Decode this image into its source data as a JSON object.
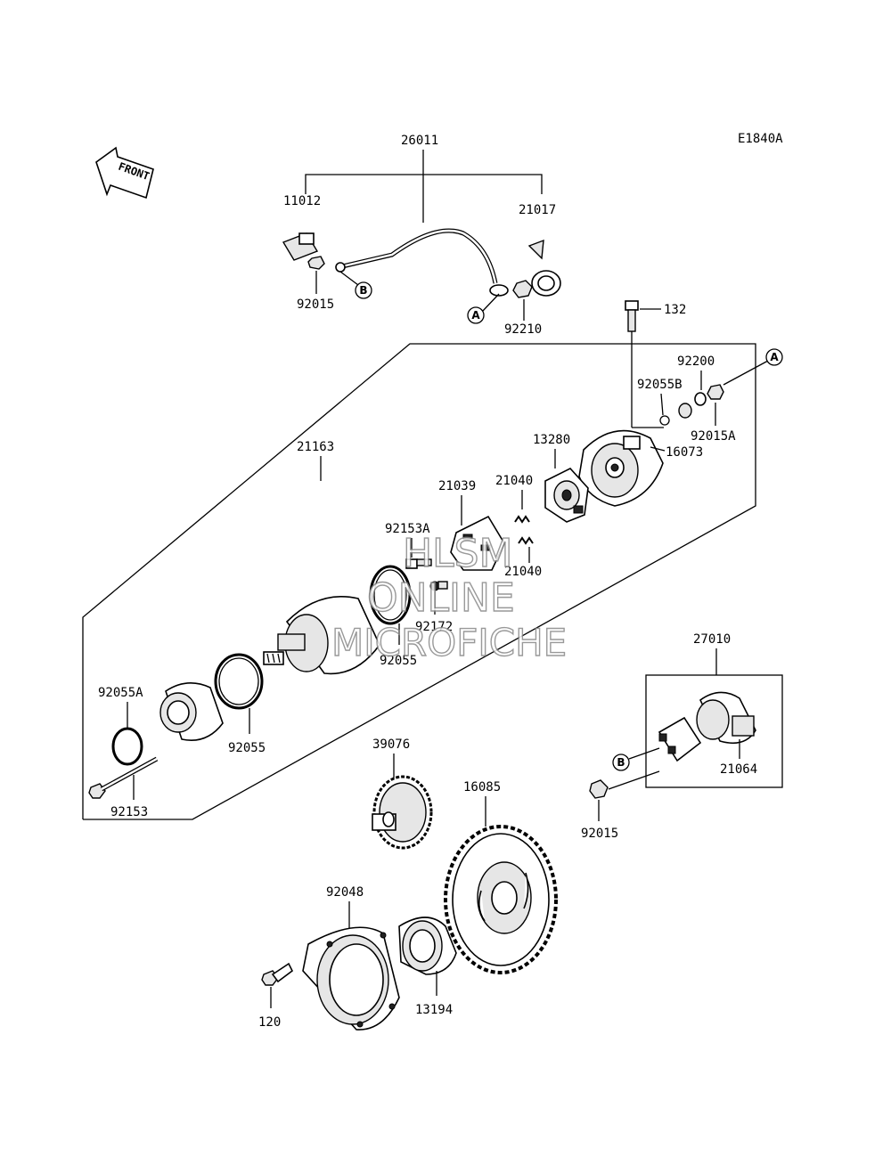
{
  "diagram_code": "E1840A",
  "front_label": "FRONT",
  "watermark": {
    "line1": "HLSM",
    "line2": "ONLINE",
    "line3": "MICROFICHE"
  },
  "connector_markers": {
    "a": "A",
    "b": "B"
  },
  "part_numbers": {
    "p26011": "26011",
    "p11012": "11012",
    "p21017": "21017",
    "p92015_top": "92015",
    "p92210": "92210",
    "p132": "132",
    "p92200": "92200",
    "p92055B": "92055B",
    "p92015A": "92015A",
    "p16073": "16073",
    "p21163": "21163",
    "p13280": "13280",
    "p21040_a": "21040",
    "p21039": "21039",
    "p92153A": "92153A",
    "p21040_b": "21040",
    "p92172": "92172",
    "p92055_a": "92055",
    "p92055A": "92055A",
    "p92055_b": "92055",
    "p92153": "92153",
    "p27010": "27010",
    "p21064": "21064",
    "p92015_b": "92015",
    "p39076": "39076",
    "p16085": "16085",
    "p92048": "92048",
    "p120": "120",
    "p13194": "13194"
  }
}
